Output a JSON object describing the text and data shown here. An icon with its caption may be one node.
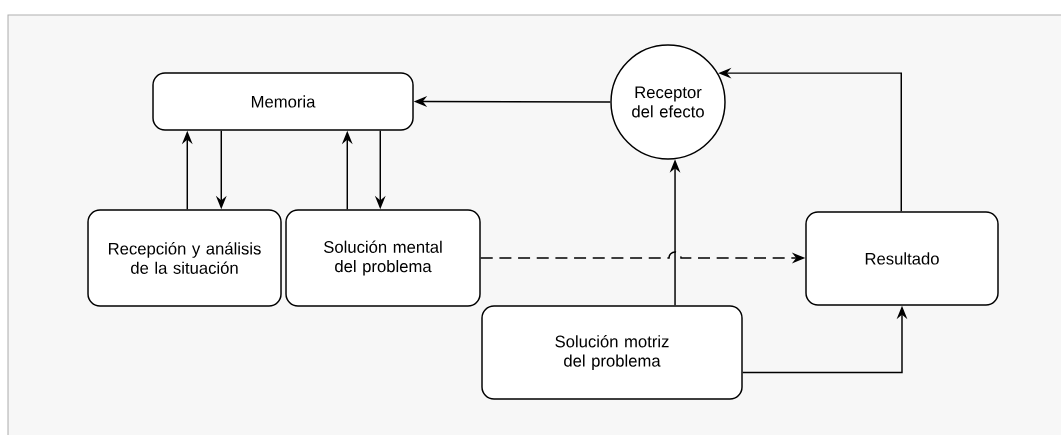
{
  "diagram": {
    "nodes": [
      {
        "text": [
          "Memoria"
        ]
      },
      {
        "text": [
          "Receptor del efecto"
        ]
      },
      {
        "text": [
          "Recepción y análisis de la situación"
        ]
      },
      {
        "text": [
          "Solución mental del problema"
        ]
      },
      {
        "text": [
          "Resultado"
        ]
      },
      {
        "text": [
          "Solución motriz del problema"
        ]
      }
    ],
    "edges": [
      {
        "from": 1,
        "to": 0,
        "arrow": "to"
      },
      {
        "from": 2,
        "to": 0,
        "arrow": "to"
      },
      {
        "from": 0,
        "to": 2,
        "arrow": "to"
      },
      {
        "from": 3,
        "to": 0,
        "arrow": "to"
      },
      {
        "from": 0,
        "to": 3,
        "arrow": "to"
      },
      {
        "from": 3,
        "to": 4,
        "arrow": "to",
        "style": "dashed"
      },
      {
        "from": 5,
        "to": 1,
        "arrow": "to"
      },
      {
        "from": 4,
        "to": 1,
        "arrow": "to"
      },
      {
        "from": 5,
        "to": 4,
        "arrow": "to"
      }
    ]
  }
}
